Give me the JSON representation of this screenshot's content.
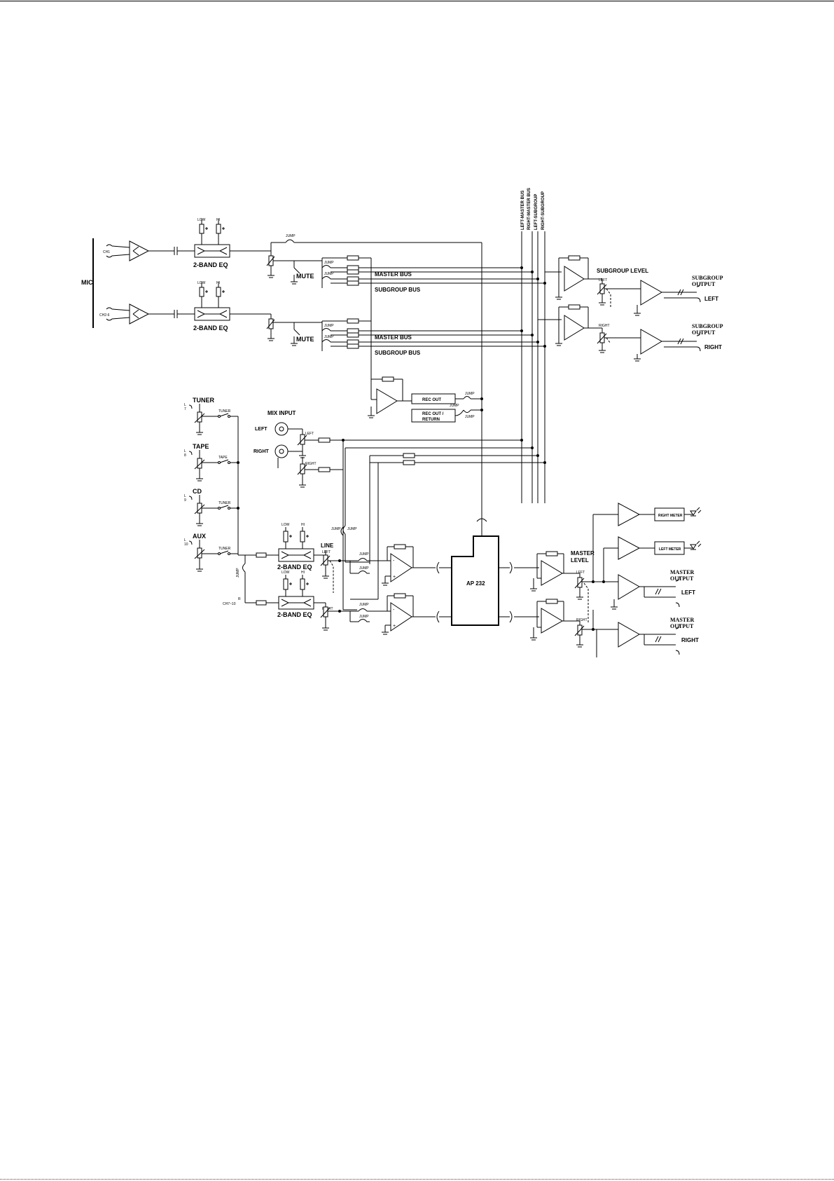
{
  "labels": {
    "mic": "MIC",
    "ch1": "CH1",
    "ch2_6": "CH2-6",
    "low": "LOW",
    "hi": "HI",
    "eq": "2-BAND EQ",
    "jump": "JUMP",
    "mute": "MUTE",
    "master_bus": "MASTER BUS",
    "subgroup_bus": "SUBGROUP BUS",
    "subgroup_level": "SUBGROUP LEVEL",
    "left": "LEFT",
    "right": "RIGHT",
    "subgroup_output": [
      "SUBGROUP",
      "OUTPUT"
    ],
    "rec_out": "REC OUT",
    "rec_out_return": [
      "REC OUT /",
      "RETURN"
    ],
    "bus_left_master": "LEFT-MASTER BUS",
    "bus_right_master": "RIGHT-MASTER BUS",
    "bus_left_subgroup": "LEFT-SUBGROUP",
    "bus_right_subgroup": "RIGHT-SUBGROUP",
    "tuner": "TUNER",
    "tape": "TAPE",
    "cd": "CD",
    "aux": "AUX",
    "mix_input": "MIX INPUT",
    "line": "LINE",
    "ch7_10": "CH7~10",
    "r": "R",
    "ch_l7": [
      "L",
      "7"
    ],
    "ch_l8": [
      "L",
      "8"
    ],
    "ch_l9": [
      "L",
      "9"
    ],
    "ch_l10": [
      "L",
      "10"
    ],
    "ap232": "AP 232",
    "master_level": [
      "MASTER",
      "LEVEL"
    ],
    "master_output": [
      "MASTER",
      "OUTPUT"
    ],
    "right_meter": "RIGHT METER",
    "left_meter": "LEFT METER"
  }
}
